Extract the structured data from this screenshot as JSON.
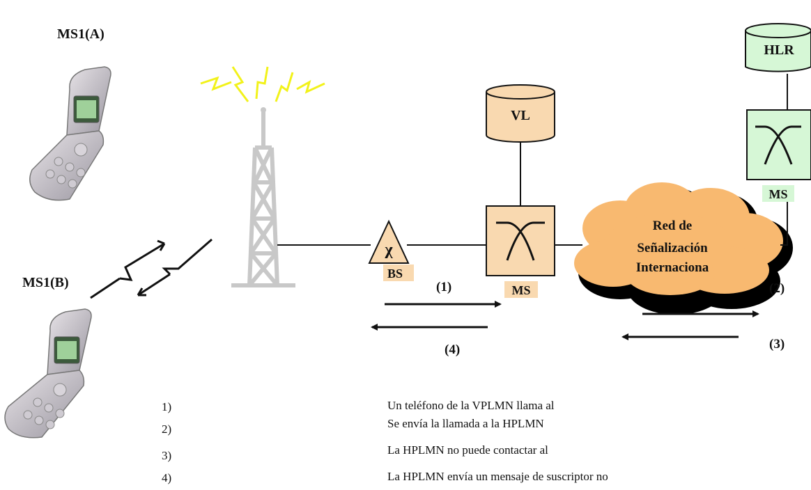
{
  "labels": {
    "ms_a": "MS1(A)",
    "ms_b": "MS1(B)",
    "hlr": "HLR",
    "vl": "VL",
    "ms_home": "MS",
    "ms_visited": "MS",
    "bs": "BS",
    "bs_symbol": "χ",
    "cloud_line1": "Red de",
    "cloud_line2": "Señalización",
    "cloud_line3": "Internaciona"
  },
  "steps": {
    "s1": "(1)",
    "s2": "(2)",
    "s3": "(3)",
    "s4": "(4)"
  },
  "legend": [
    {
      "num": "1)",
      "text": "Un teléfono de la VPLMN llama al"
    },
    {
      "num": "2)",
      "text": "Se envía la llamada a la HPLMN"
    },
    {
      "num": "3)",
      "text": "La HPLMN no puede contactar al"
    },
    {
      "num": "4)",
      "text": "La HPLMN envía un mensaje de suscriptor no"
    }
  ],
  "colors": {
    "peach": "#f9d9b0",
    "cloud": "#f8b970",
    "green": "#d6f7d6",
    "lightning": "#f2f21a",
    "tower": "#c8c8c8"
  }
}
